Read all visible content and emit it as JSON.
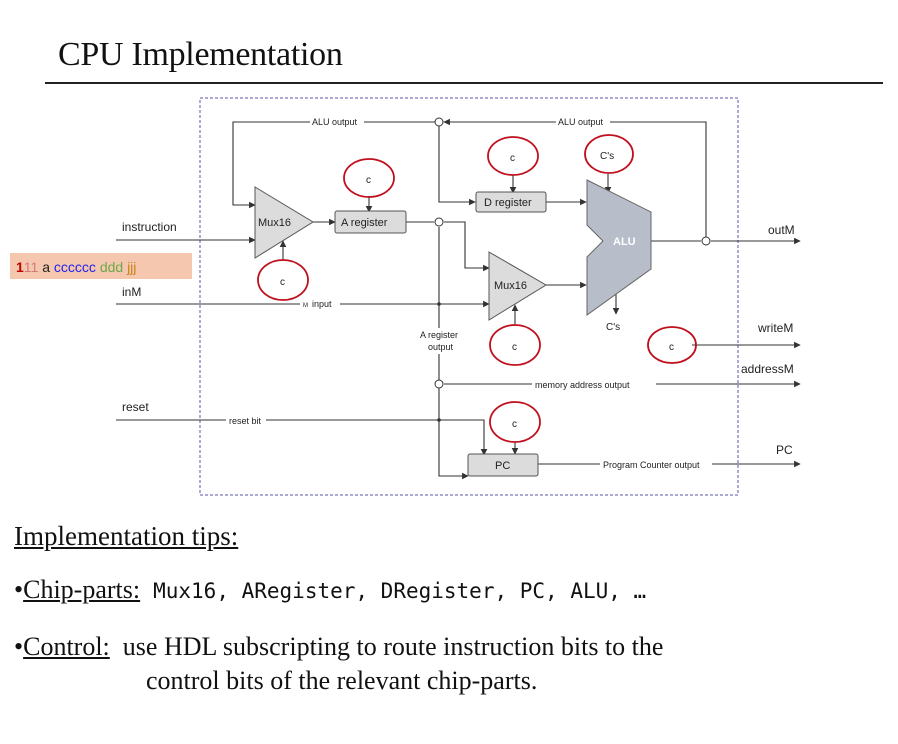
{
  "slide": {
    "title": "CPU Implementation",
    "tips_heading": "Implementation tips:",
    "bullets": [
      {
        "label": "Chip-parts:",
        "text": "Mux16, ARegister, DRegister, PC, ALU, …"
      },
      {
        "label": "Control:",
        "text": "use HDL subscripting to route instruction bits to the",
        "continuation": "control bits of the relevant chip-parts."
      }
    ]
  },
  "diagram": {
    "inputs": {
      "instruction": "instruction",
      "inM": "inM",
      "reset": "reset"
    },
    "outputs": {
      "outM": "outM",
      "writeM": "writeM",
      "addressM": "addressM",
      "pc": "PC"
    },
    "instruction_bits": {
      "op": "1",
      "xx": "11",
      "a": "a",
      "c": "cccccc",
      "d": "ddd",
      "j": "jjj"
    },
    "chips": {
      "mux_top": "Mux16",
      "a_register": "A register",
      "d_register": "D register",
      "mux_bottom": "Mux16",
      "alu": "ALU",
      "pc": "PC"
    },
    "wire_labels": {
      "alu_output_left": "ALU output",
      "alu_output_right": "ALU output",
      "m_input_prefix": "M",
      "m_input": "input",
      "a_register_output_1": "A register",
      "a_register_output_2": "output",
      "memory_address_output": "memory address output",
      "reset_bit": "reset bit",
      "pc_output": "Program Counter output"
    },
    "control": {
      "c": "c",
      "cs": "C's"
    },
    "colors": {
      "chip_fill": "#dcdcdc",
      "alu_fill": "#b7bdc9",
      "control_circle": "#c0101e",
      "frame": "#5555aa",
      "bits_bg": "#f5c7ae"
    }
  }
}
